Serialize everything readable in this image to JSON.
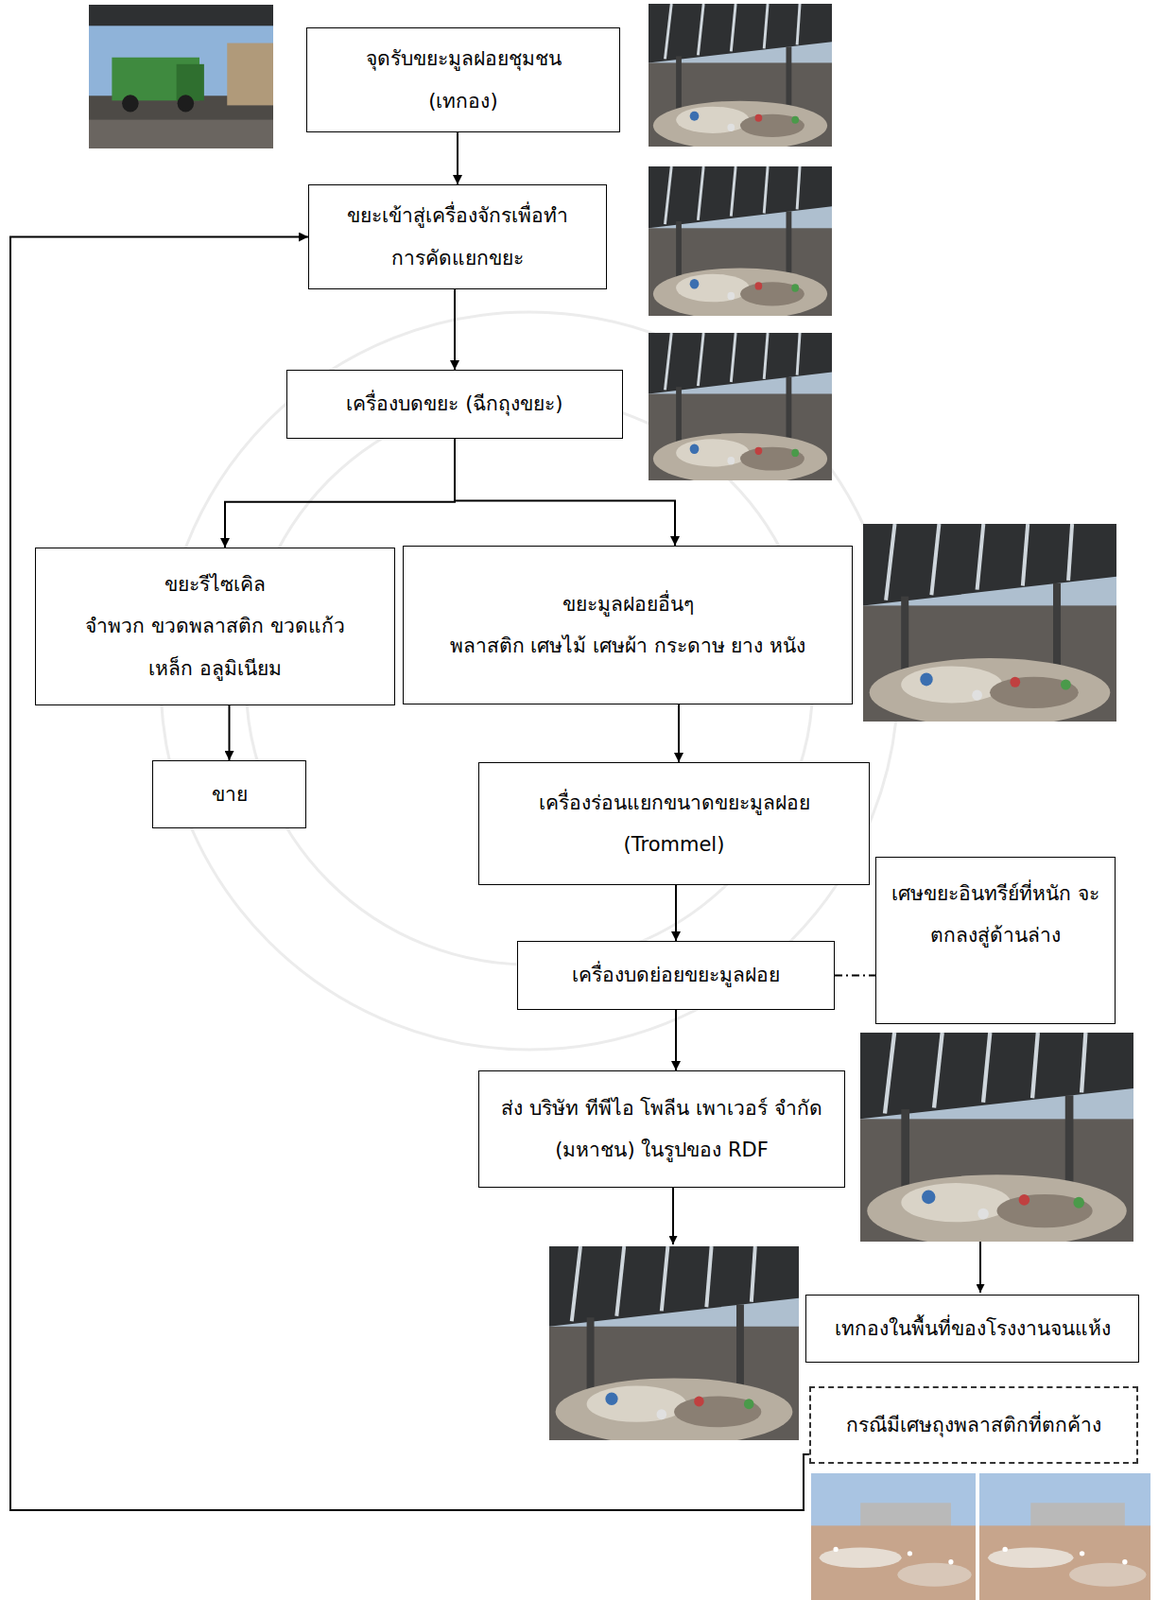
{
  "diagram": {
    "nodes": [
      {
        "text": [
          "จุดรับขยะมูลฝอยชุมชน (เทกอง)"
        ]
      },
      {
        "text": [
          "ขยะเข้าสู่เครื่องจักรเพื่อทำ การคัดแยกขยะ"
        ]
      },
      {
        "text": [
          "เครื่องบดขยะ (ฉีกถุงขยะ)"
        ]
      },
      {
        "text": [
          "ขยะรีไซเคิล",
          "จำพวก ขวดพลาสติก ขวดแก้ว เหล็ก อลูมิเนียม"
        ]
      },
      {
        "text": [
          "ขยะมูลฝอยอื่นๆ",
          "พลาสติก เศษไม้ เศษผ้า กระดาษ ยาง หนัง"
        ]
      },
      {
        "text": [
          "ขาย"
        ]
      },
      {
        "text": [
          "เครื่องร่อนแยกขนาดขยะมูลฝอย (Trommel)"
        ]
      },
      {
        "text": [
          "เศษขยะอินทรีย์ที่หนัก จะตกลงสู่ด้านล่าง"
        ]
      },
      {
        "text": [
          "เครื่องบดย่อยขยะมูลฝอย"
        ]
      },
      {
        "text": [
          "ส่ง บริษัท ทีพีไอ โพลีน เพาเวอร์ จำกัด (มหาชน) ในรูปของ RDF"
        ]
      },
      {
        "text": [
          "เทกองในพื้นที่ของโรงงานจนแห้ง"
        ]
      },
      {
        "text": [
          "กรณีมีเศษถุงพลาสติกที่ตกค้าง"
        ]
      }
    ],
    "edges": [
      {
        "from": 0,
        "to": 1,
        "arrow": "to"
      },
      {
        "from": 1,
        "to": 2,
        "arrow": "to"
      },
      {
        "from": 2,
        "to": 3,
        "arrow": "to"
      },
      {
        "from": 2,
        "to": 4,
        "arrow": "to"
      },
      {
        "from": 3,
        "to": 5,
        "arrow": "to"
      },
      {
        "from": 4,
        "to": 6,
        "arrow": "to"
      },
      {
        "from": 6,
        "to": 8,
        "arrow": "to"
      },
      {
        "from": 8,
        "to": 7,
        "arrow": "none"
      },
      {
        "from": 8,
        "to": 9,
        "arrow": "to"
      },
      {
        "from": 11,
        "to": 1,
        "arrow": "to"
      }
    ]
  }
}
